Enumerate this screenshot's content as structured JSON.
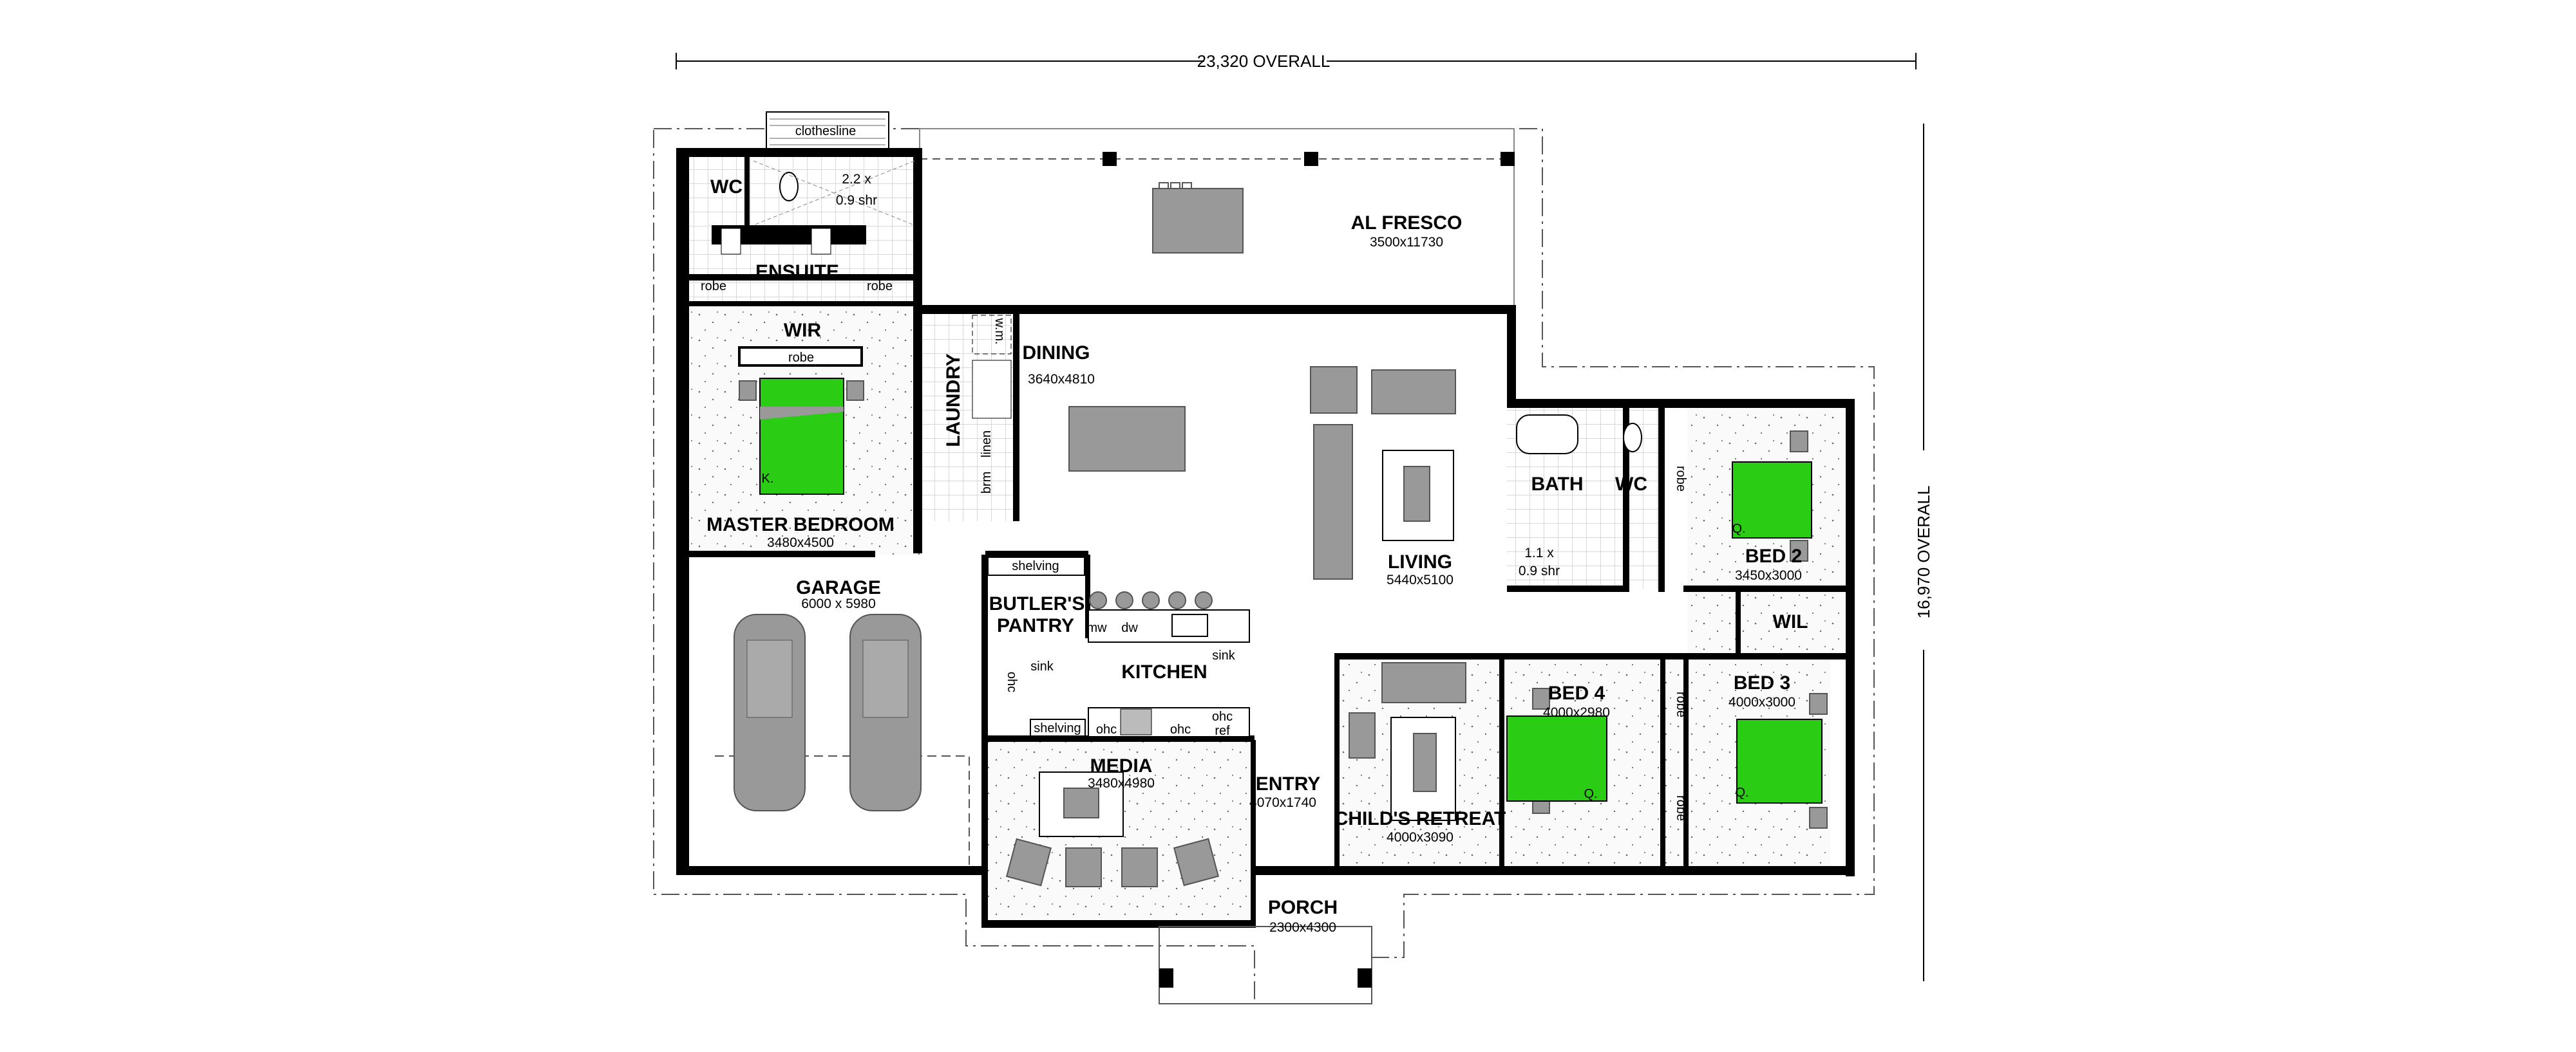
{
  "dimensions": {
    "overall_width": "23,320 OVERALL",
    "overall_depth": "16,970 OVERALL"
  },
  "colors": {
    "bed": "#2bcc14",
    "furniture": "#999999",
    "wall": "#000000"
  },
  "rooms": {
    "clothesline": "clothesline",
    "ensuite_wc": "WC",
    "ensuite_shower": [
      "2.2 x",
      "0.9 shr"
    ],
    "ensuite": "ENSUITE",
    "robe_left": "robe",
    "robe_right": "robe",
    "wir": "WIR",
    "wir_robe": "robe",
    "master_bed_size": "K.",
    "master_bedroom": {
      "name": "MASTER BEDROOM",
      "size": "3480x4500"
    },
    "laundry": "LAUNDRY",
    "laundry_wm": "w.m.",
    "laundry_linen": "linen",
    "laundry_brm": "brm",
    "alfresco": {
      "name": "AL FRESCO",
      "size": "3500x11730"
    },
    "dining": {
      "name": "DINING",
      "size": "3640x4810"
    },
    "living": {
      "name": "LIVING",
      "size": "5440x5100"
    },
    "bath": "BATH",
    "bath_shower": [
      "1.1 x",
      "0.9 shr"
    ],
    "wc": "WC",
    "bed2_robe": "robe",
    "bed2": {
      "name": "BED 2",
      "size": "3450x3000",
      "bed": "Q."
    },
    "wil": "WIL",
    "bed3": {
      "name": "BED 3",
      "size": "4000x3000",
      "bed": "Q."
    },
    "bed4": {
      "name": "BED 4",
      "size": "4000x2980",
      "bed": "Q."
    },
    "bed4_robe": "robe",
    "bed3_robe": "robe",
    "childs_retreat": {
      "name": "CHILD'S RETREAT",
      "size": "4000x3090"
    },
    "entry": {
      "name": "ENTRY",
      "size": "4070x1740"
    },
    "media": {
      "name": "MEDIA",
      "size": "3480x4980"
    },
    "porch": {
      "name": "PORCH",
      "size": "2300x4300"
    },
    "kitchen": "KITCHEN",
    "butlers_pantry": [
      "BUTLER'S",
      "PANTRY"
    ],
    "pantry_shelving_top": "shelving",
    "pantry_shelving_bottom": "shelving",
    "pantry_sink": "sink",
    "kitchen_sink": "sink",
    "pantry_ohc": "ohc",
    "kitchen_mw": "mw",
    "kitchen_dw": "dw",
    "kitchen_ohc_1": "ohc",
    "kitchen_ohc_2": "ohc",
    "kitchen_ohc_ref": [
      "ohc",
      "ref"
    ],
    "garage": {
      "name": "GARAGE",
      "size": "6000 x 5980"
    }
  }
}
